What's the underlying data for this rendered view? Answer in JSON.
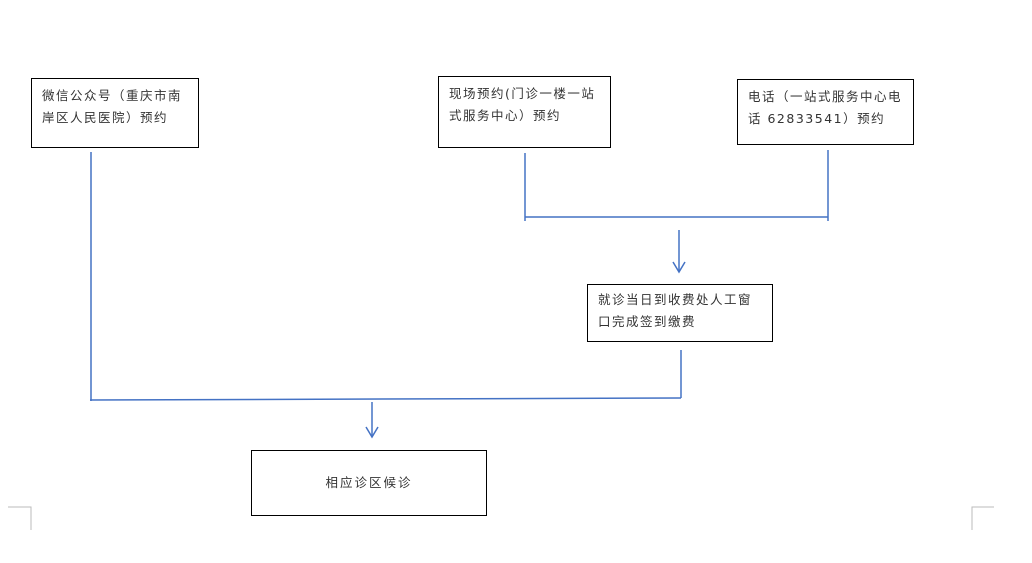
{
  "flowchart": {
    "colors": {
      "box_border": "#000000",
      "connector": "#4472C4",
      "text": "#333333"
    },
    "nodes": {
      "wechat": "微信公众号（重庆市南岸区人民医院）预约",
      "onsite": "现场预约(门诊一楼一站式服务中心）预约",
      "phone": "电话（一站式服务中心电话 62833541）预约",
      "checkin": "就诊当日到收费处人工窗口完成签到缴费",
      "wait": "相应诊区候诊"
    }
  }
}
